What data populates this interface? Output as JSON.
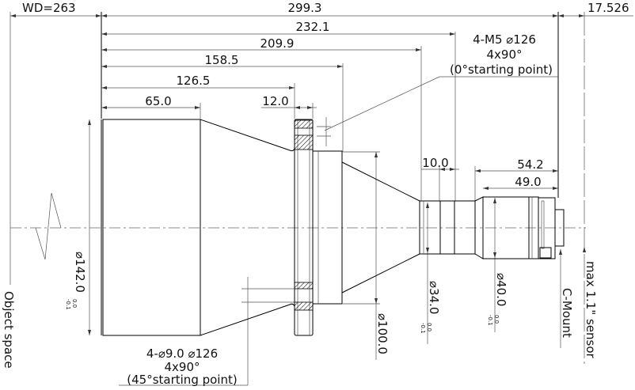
{
  "drawing": {
    "working_distance": "WD=263",
    "total_length": "299.3",
    "back_distance": "17.526",
    "dim_232": "232.1",
    "dim_209": "209.9",
    "dim_158": "158.5",
    "dim_126": "126.5",
    "dim_65": "65.0",
    "dim_12": "12.0",
    "dim_10": "10.0",
    "dim_54": "54.2",
    "dim_49": "49.0",
    "note_top": [
      "4-M5 ⌀126",
      "4x90°",
      "(0°starting point)"
    ],
    "note_bottom": [
      "4-⌀9.0  ⌀126",
      "4x90°",
      "(45°starting point)"
    ],
    "dia_142": "⌀142.0",
    "dia_142_tol": [
      "0.0",
      "-0.1"
    ],
    "dia_100": "⌀100.0",
    "dia_34": "⌀34.0",
    "dia_34_tol": [
      "0.0",
      "-0.1"
    ],
    "dia_40": "⌀40.0",
    "dia_40_tol": [
      "0.0",
      "-0.1"
    ],
    "object_space": "Object space",
    "c_mount": "C-Mount",
    "sensor": "max 1.1\" sensor"
  }
}
